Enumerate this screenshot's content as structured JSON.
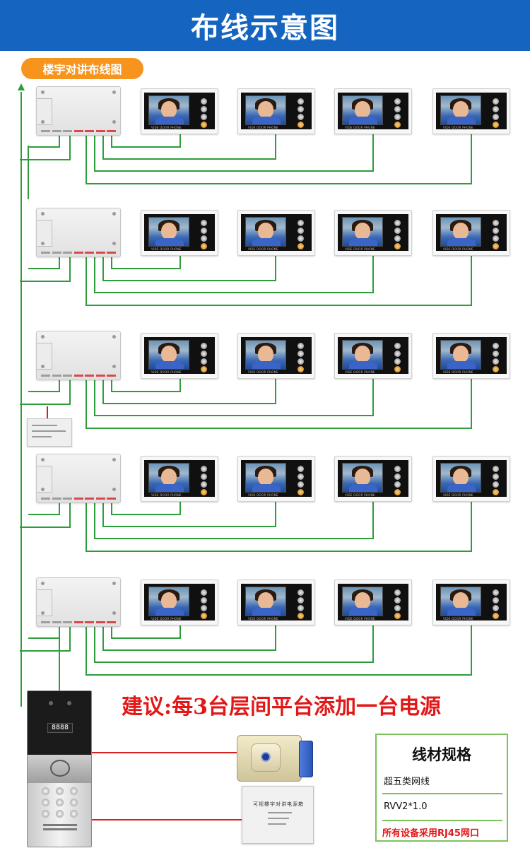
{
  "header": {
    "title": "布线示意图"
  },
  "section": {
    "label": "楼宇对讲布线图"
  },
  "monitor": {
    "caption": "VIDE DOOR PHONE"
  },
  "recommendation": "建议:每3台层间平台添加一台电源",
  "door_panel": {
    "display": "8888"
  },
  "power_supply": {
    "label": "可视楼宇对讲电源箱"
  },
  "spec": {
    "title": "线材规格",
    "items": [
      "超五类网线",
      "RVV2*1.0"
    ],
    "note": "所有设备采用RJ45网口"
  },
  "colors": {
    "header": "#1565c0",
    "badge": "#f7941d",
    "wire_green": "#2e9d3b",
    "wire_red": "#d62020",
    "text_red": "#e21818",
    "spec_border": "#7cc25a"
  },
  "icons": [
    "arrow-up-icon",
    "rfid-icon",
    "keyhole-icon"
  ]
}
